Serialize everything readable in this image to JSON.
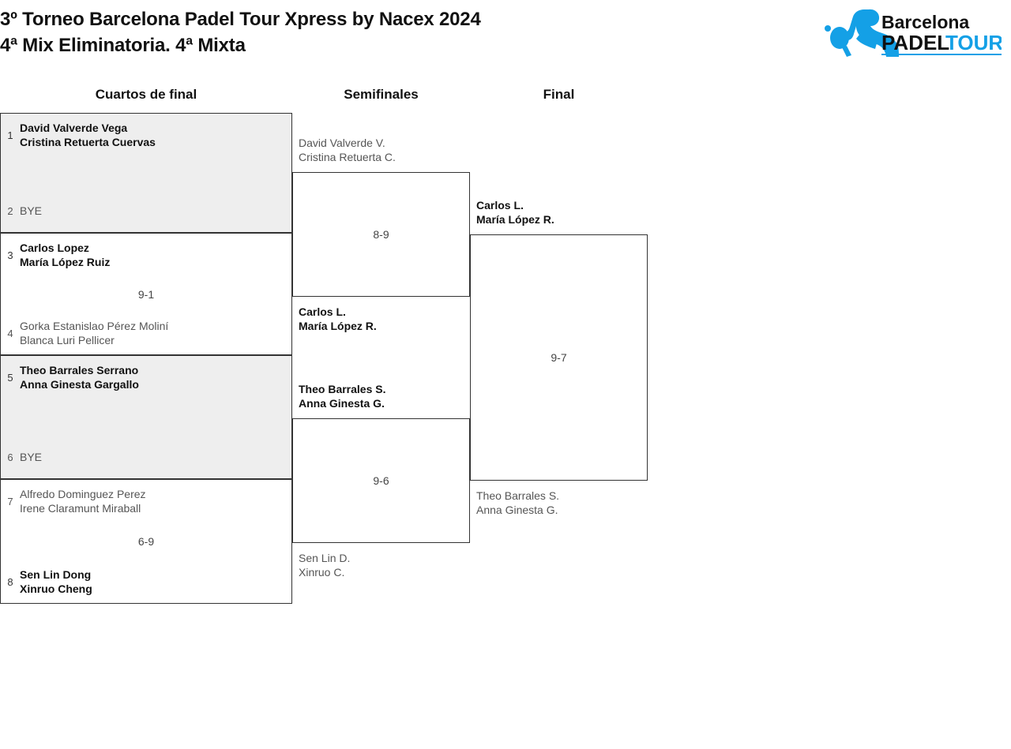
{
  "header": {
    "title_line1": "3º Torneo Barcelona Padel Tour Xpress by Nacex 2024",
    "title_line2": "4ª Mix Eliminatoria. 4ª Mixta",
    "logo": {
      "word_top": "Barcelona",
      "word_bottom_dark": "PADEL",
      "word_bottom_blue": "TOUR",
      "brand_blue": "#14A0E6"
    }
  },
  "rounds": [
    {
      "label": "Cuartos de final"
    },
    {
      "label": "Semifinales"
    },
    {
      "label": "Final"
    }
  ],
  "bracket": {
    "quarterfinals": [
      {
        "shaded": true,
        "score": "",
        "top": {
          "seed": "1",
          "player1": "David Valverde Vega",
          "player2": "Cristina Retuerta Cuervas",
          "result": "winner"
        },
        "bottom": {
          "seed": "2",
          "player1": "BYE",
          "player2": "",
          "result": "bye"
        }
      },
      {
        "shaded": false,
        "score": "9-1",
        "top": {
          "seed": "3",
          "player1": "Carlos Lopez",
          "player2": "María López Ruiz",
          "result": "winner"
        },
        "bottom": {
          "seed": "4",
          "player1": "Gorka Estanislao Pérez Moliní",
          "player2": "Blanca Luri Pellicer",
          "result": "loser"
        }
      },
      {
        "shaded": true,
        "score": "",
        "top": {
          "seed": "5",
          "player1": "Theo Barrales Serrano",
          "player2": "Anna Ginesta Gargallo",
          "result": "winner"
        },
        "bottom": {
          "seed": "6",
          "player1": "BYE",
          "player2": "",
          "result": "bye"
        }
      },
      {
        "shaded": false,
        "score": "6-9",
        "top": {
          "seed": "7",
          "player1": "Alfredo Dominguez Perez",
          "player2": "Irene Claramunt Miraball",
          "result": "loser"
        },
        "bottom": {
          "seed": "8",
          "player1": "Sen Lin Dong",
          "player2": "Xinruo Cheng",
          "result": "winner"
        }
      }
    ],
    "semifinals": [
      {
        "score": "8-9",
        "top": {
          "player1": "David Valverde V.",
          "player2": "Cristina Retuerta C.",
          "result": "loser"
        },
        "bottom": {
          "player1": "Carlos L.",
          "player2": "María López R.",
          "result": "winner"
        }
      },
      {
        "score": "9-6",
        "top": {
          "player1": "Theo Barrales S.",
          "player2": "Anna Ginesta G.",
          "result": "winner"
        },
        "bottom": {
          "player1": "Sen Lin D.",
          "player2": "Xinruo C.",
          "result": "loser"
        }
      }
    ],
    "final": [
      {
        "score": "9-7",
        "top": {
          "player1": "Carlos L.",
          "player2": "María López R.",
          "result": "winner"
        },
        "bottom": {
          "player1": "Theo Barrales S.",
          "player2": "Anna Ginesta G.",
          "result": "loser"
        }
      }
    ]
  }
}
